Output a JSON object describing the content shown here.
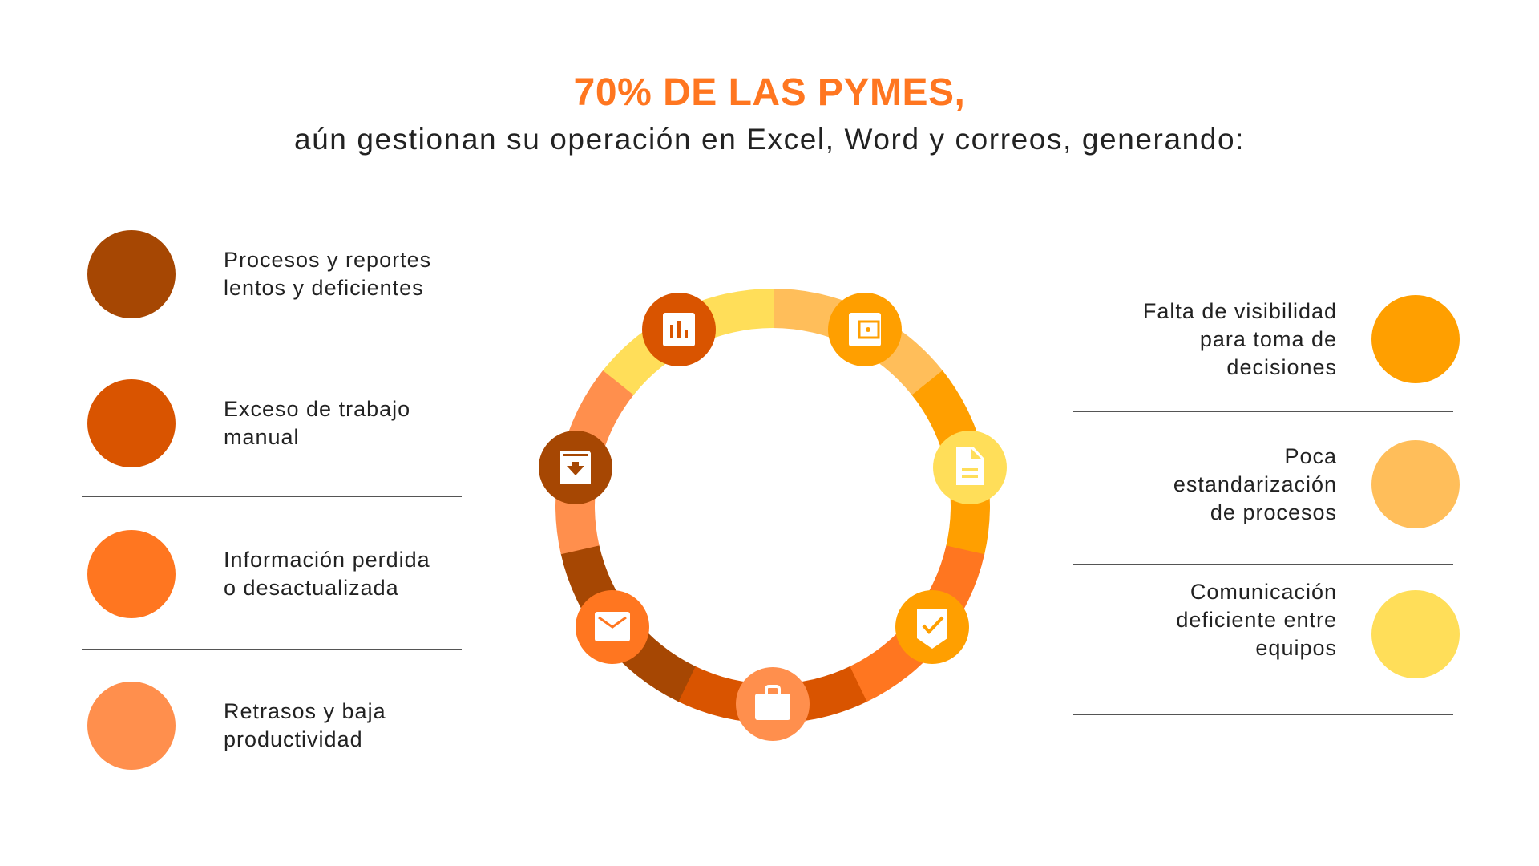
{
  "header": {
    "title": "70% DE LAS PYMES,",
    "subtitle": "aún gestionan su operación en Excel, Word y correos, generando:"
  },
  "left_items": [
    {
      "lines": [
        "Procesos y reportes",
        "lentos y deficientes"
      ],
      "color": "#A64703"
    },
    {
      "lines": [
        "Exceso de trabajo",
        "manual"
      ],
      "color": "#D95400"
    },
    {
      "lines": [
        "Información perdida",
        "o desactualizada"
      ],
      "color": "#FF7620"
    },
    {
      "lines": [
        "Retrasos y baja",
        "productividad"
      ],
      "color": "#FF8F4D"
    }
  ],
  "right_items": [
    {
      "lines": [
        "Falta de visibilidad",
        "para toma de",
        "decisiones"
      ],
      "color": "#FF9F00"
    },
    {
      "lines": [
        "Poca",
        "estandarización",
        "de procesos"
      ],
      "color": "#FFBE5A"
    },
    {
      "lines": [
        "Comunicación",
        "deficiente entre",
        "equipos"
      ],
      "color": "#FFDE59"
    }
  ],
  "ring": {
    "segments": [
      "#FFBE5A",
      "#FF9F00",
      "#FF7620",
      "#D95400",
      "#A64703",
      "#FF8F4D",
      "#FFDE59"
    ],
    "icons": [
      {
        "name": "bar-chart-icon",
        "color": "#D95400"
      },
      {
        "name": "wallet-icon",
        "color": "#FF9F00"
      },
      {
        "name": "document-icon",
        "color": "#FFDE59"
      },
      {
        "name": "check-badge-icon",
        "color": "#FF9F00"
      },
      {
        "name": "briefcase-icon",
        "color": "#FF8F4D"
      },
      {
        "name": "mail-icon",
        "color": "#FF7620"
      },
      {
        "name": "archive-download-icon",
        "color": "#A64703"
      }
    ]
  }
}
